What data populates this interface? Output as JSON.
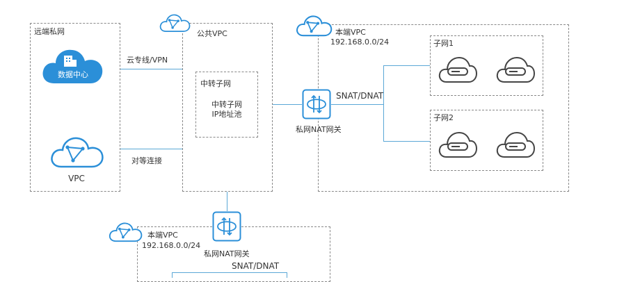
{
  "diagram": {
    "remote_private_network": {
      "title": "远端私网",
      "datacenter_label": "数据中心",
      "vpc_label": "VPC"
    },
    "public_vpc": {
      "title": "公共VPC",
      "transit_subnet_title": "中转子网",
      "transit_pool_line1": "中转子网",
      "transit_pool_line2": "IP地址池"
    },
    "links": {
      "cloud_vpn": "云专线/VPN",
      "peering": "对等连接"
    },
    "local_vpc": {
      "title": "本端VPC",
      "cidr": "192.168.0.0/24",
      "nat_gateway": "私网NAT网关",
      "snat_dnat": "SNAT/DNAT",
      "subnet1": "子网1",
      "subnet2": "子网2"
    },
    "local_vpc_bottom": {
      "title": "本端VPC",
      "cidr": "192.168.0.0/24",
      "nat_gateway": "私网NAT网关",
      "snat_dnat": "SNAT/DNAT"
    },
    "colors": {
      "accent": "#2b8fd8",
      "line": "#5aa7d6",
      "dashed_border": "#888888"
    },
    "icons": [
      "cloud-vpc-icon",
      "datacenter-cloud-icon",
      "nat-gateway-icon",
      "server-cloud-icon"
    ]
  }
}
